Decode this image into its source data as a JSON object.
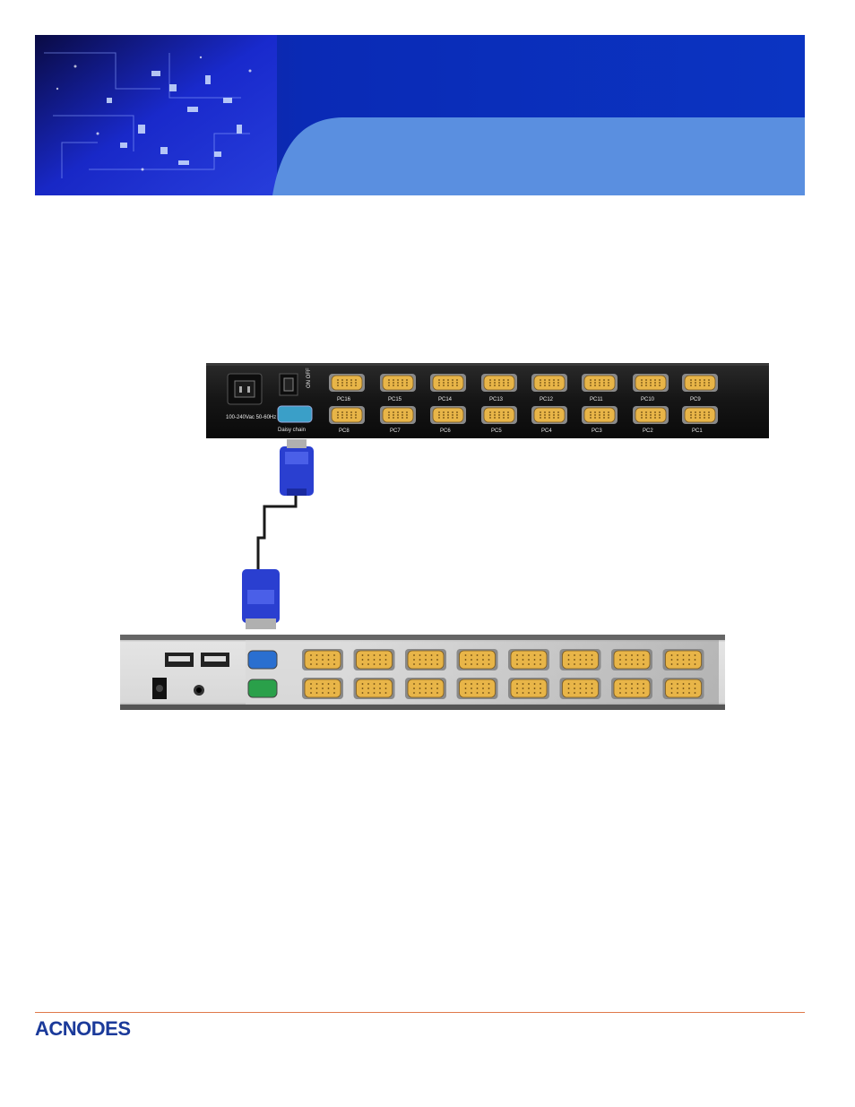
{
  "top_unit": {
    "power_label": "100-240Vac 50-60Hz",
    "switch_label": "ON OFF",
    "daisy_chain_label": "Daisy chain",
    "ports_top_row": [
      "PC16",
      "PC15",
      "PC14",
      "PC13",
      "PC12",
      "PC11",
      "PC10",
      "PC9"
    ],
    "ports_bottom_row": [
      "PC8",
      "PC7",
      "PC6",
      "PC5",
      "PC4",
      "PC3",
      "PC2",
      "PC1"
    ]
  },
  "footer": {
    "logo_text": "ACNODES",
    "accent_color": "#e07a4a"
  },
  "colors": {
    "banner_dark": "#0a2ab5",
    "banner_light": "#5a8fe0",
    "vga_port": "#e8b548",
    "vga_blue": "#2a6fd0",
    "vga_green": "#2aa04a",
    "cable_blue": "#2a3fd0",
    "logo_blue": "#1b3a9a"
  }
}
